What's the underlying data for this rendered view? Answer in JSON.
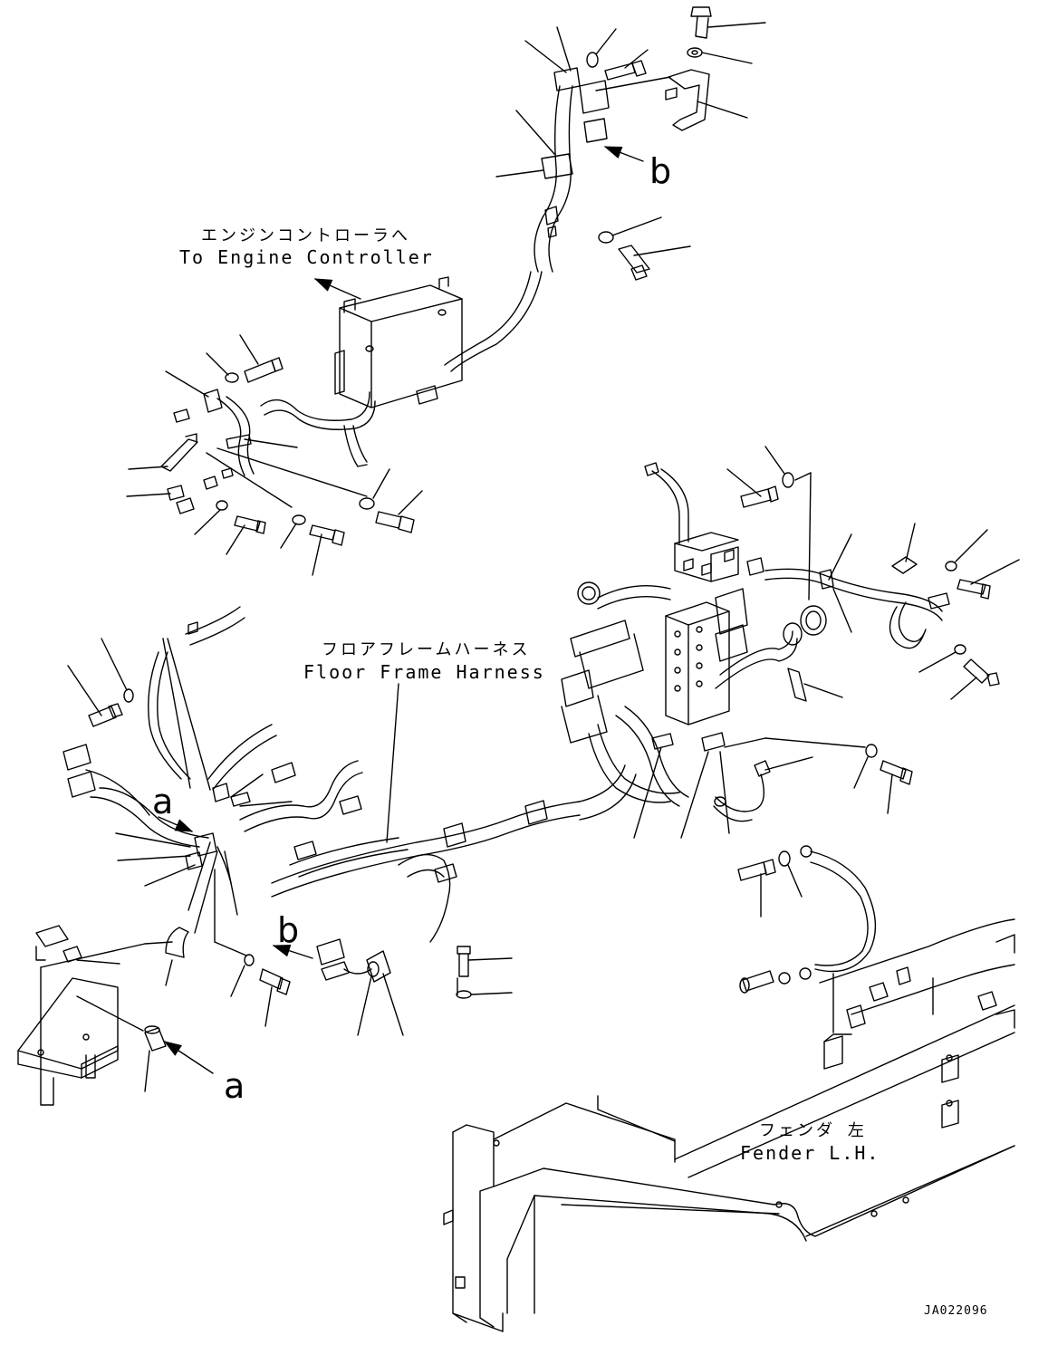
{
  "labels": {
    "engine_controller_jp": "エンジンコントローラへ",
    "engine_controller_en": "To Engine Controller",
    "floor_harness_jp": "フロアフレームハーネス",
    "floor_harness_en": "Floor Frame Harness",
    "fender_jp": "フェンダ 左",
    "fender_en": "Fender L.H."
  },
  "view_markers": {
    "b_top": "b",
    "a_left": "a",
    "b_mid": "b",
    "a_bottom": "a"
  },
  "drawing_code": "JA022096",
  "colors": {
    "ink": "#000000",
    "paper": "#ffffff"
  }
}
